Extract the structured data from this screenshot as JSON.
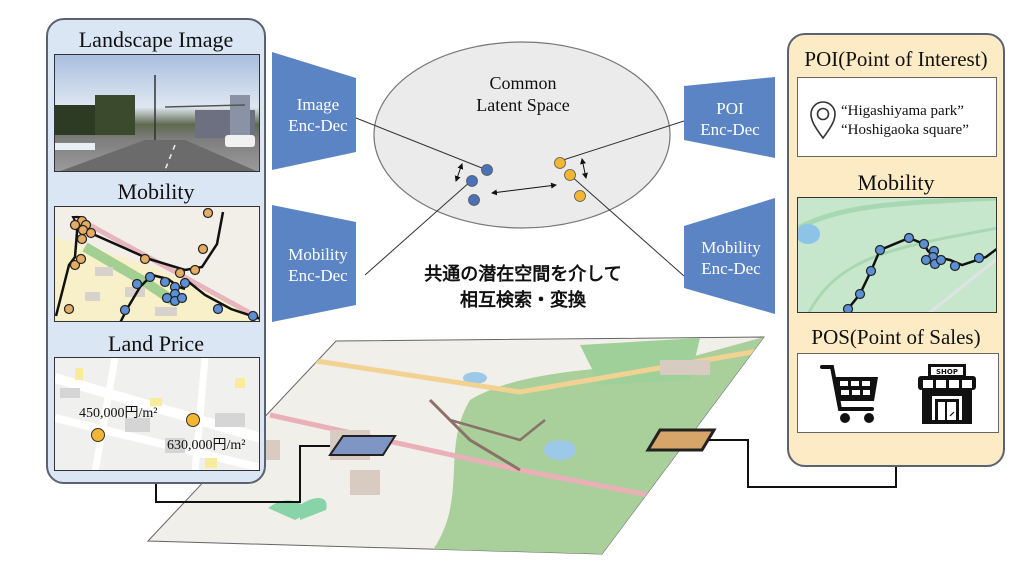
{
  "left_panel": {
    "sections": [
      {
        "title": "Landscape Image"
      },
      {
        "title": "Mobility"
      },
      {
        "title": "Land Price",
        "prices": [
          "450,000円/m²",
          "630,000円/m²"
        ]
      }
    ]
  },
  "encoders": {
    "image": [
      "Image",
      "Enc-Dec"
    ],
    "mobility_left": [
      "Mobility",
      "Enc-Dec"
    ],
    "poi": [
      "POI",
      "Enc-Dec"
    ],
    "mobility_right": [
      "Mobility",
      "Enc-Dec"
    ]
  },
  "latent_space": {
    "title": [
      "Common",
      "Latent Space"
    ],
    "colors": {
      "blue": "#4a72b8",
      "yellow": "#f2b631",
      "fill": "#ebebeb"
    }
  },
  "caption_jp": [
    "共通の潜在空間を介して",
    "相互検索・変換"
  ],
  "right_panel": {
    "poi": {
      "title": "POI(Point of Interest)",
      "names": [
        "“Higashiyama park”",
        "“Hoshigaoka square”"
      ],
      "icon": "map-pin-icon"
    },
    "mobility": {
      "title": "Mobility"
    },
    "pos": {
      "title": "POS(Point of Sales)",
      "icons": [
        "shopping-cart-icon",
        "shop-icon"
      ],
      "shop_sign": "SHOP"
    }
  },
  "map_regions": {
    "left_region_color": "#7f95c4",
    "right_region_color": "#d6a56a"
  }
}
